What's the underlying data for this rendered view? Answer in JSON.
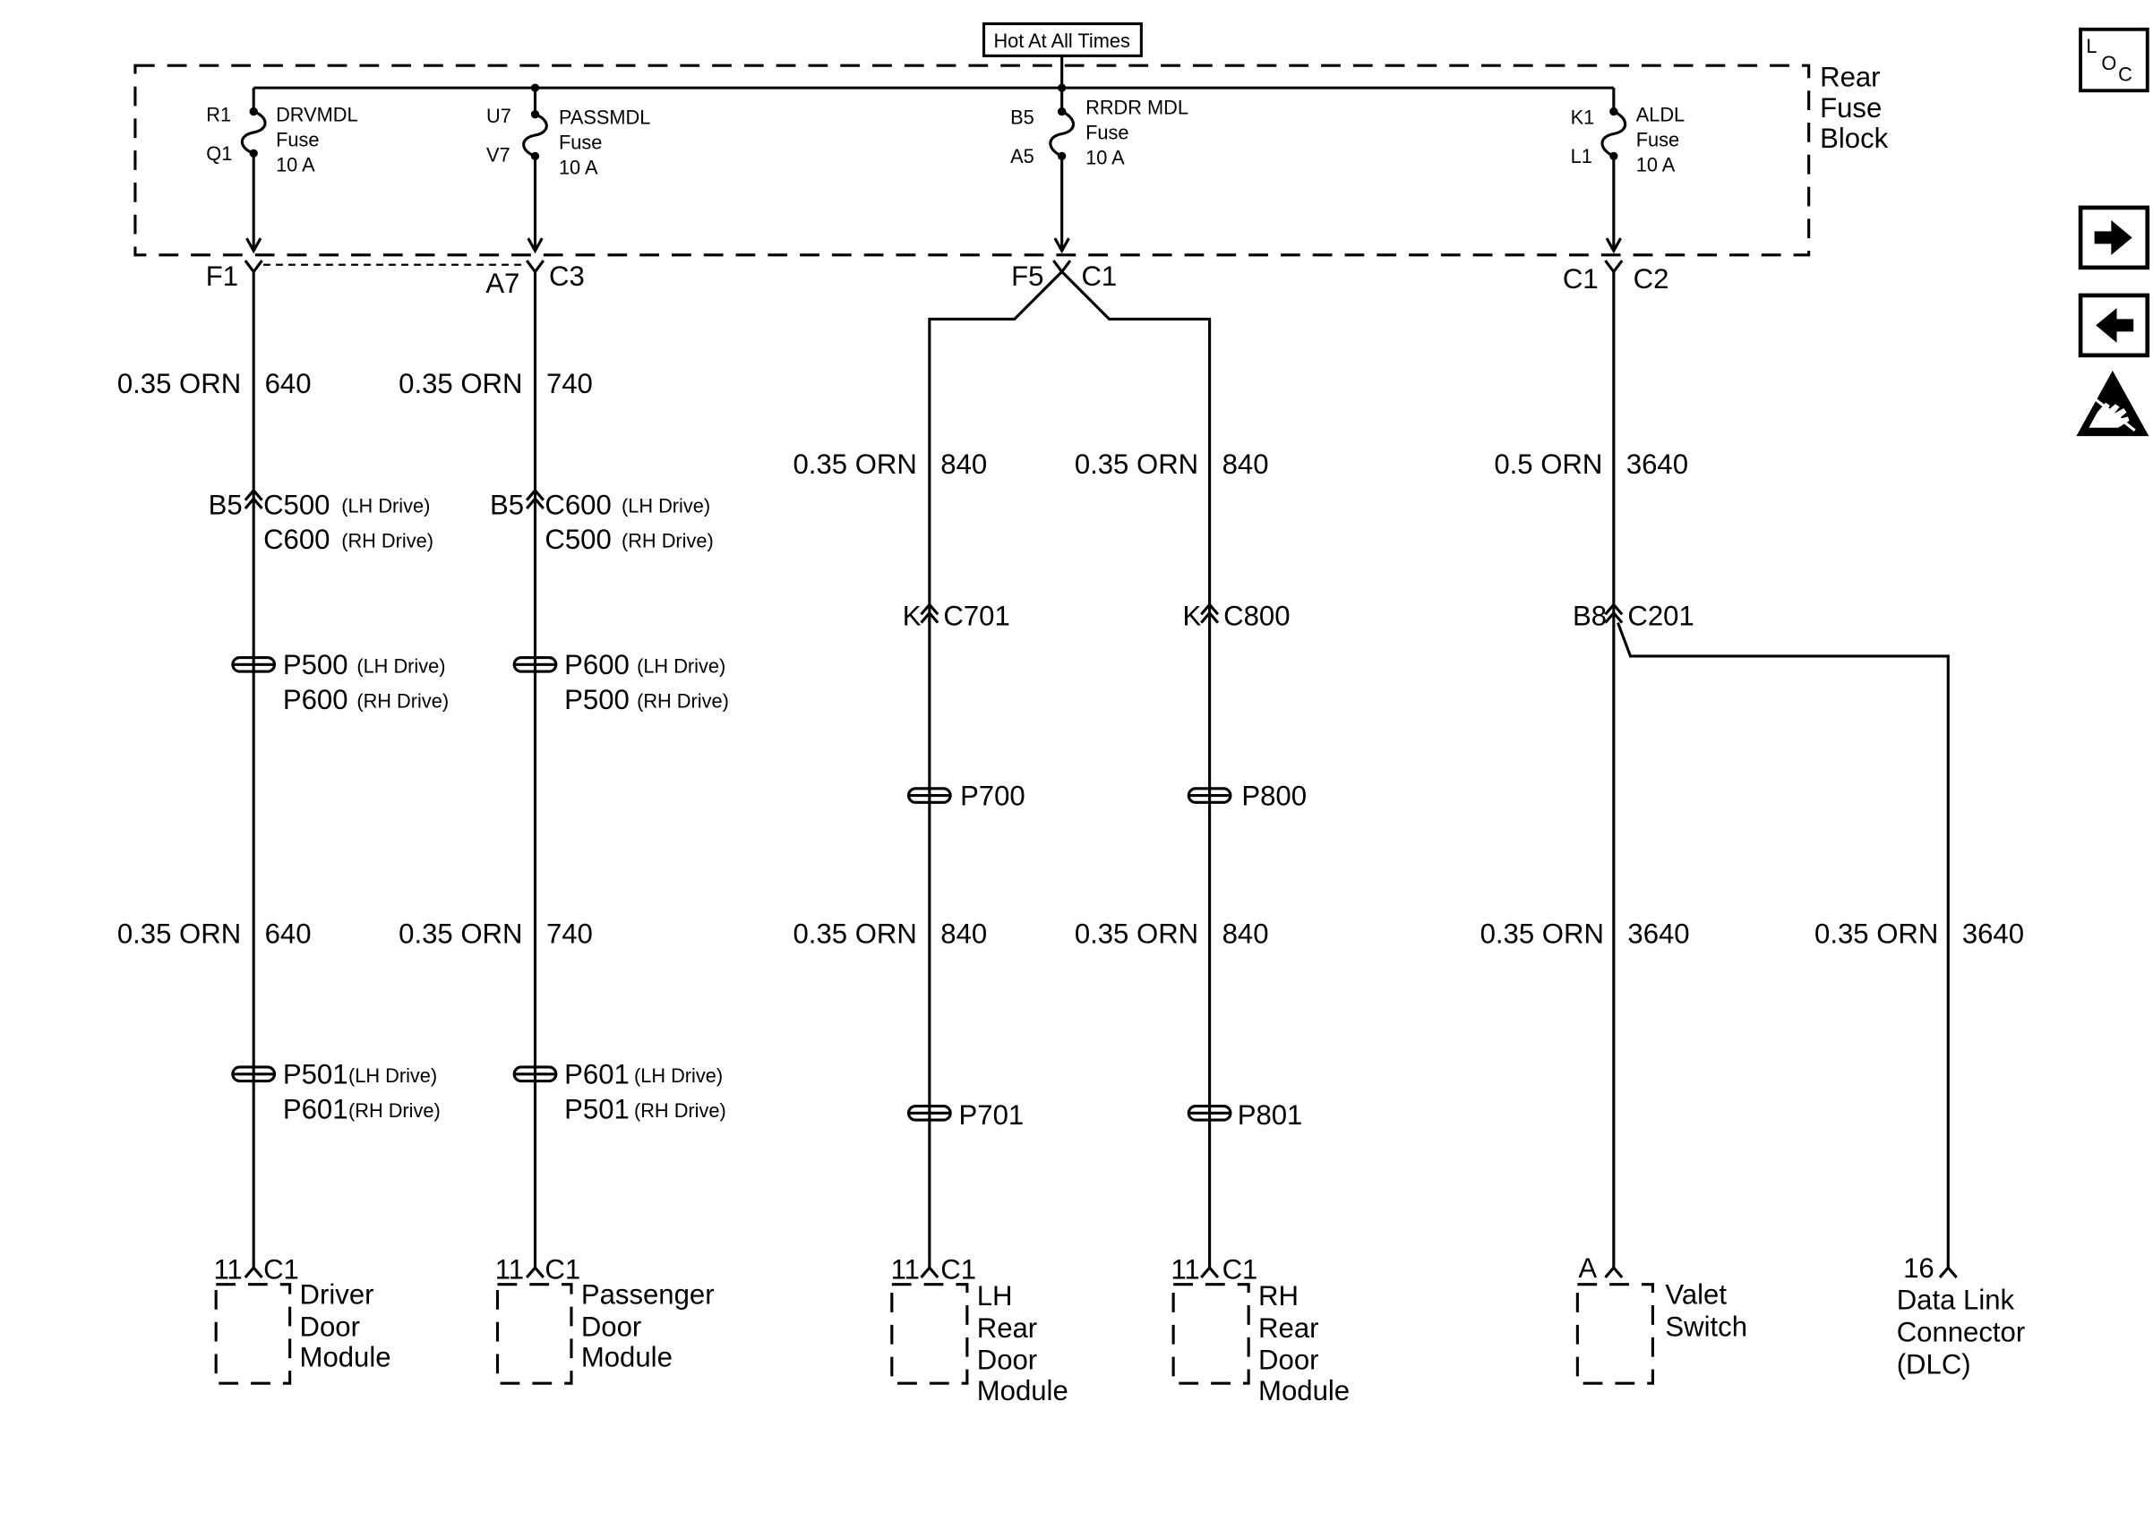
{
  "diagram": {
    "hot_at_all_times": "Hot At All Times",
    "fuse_block_label": [
      "Rear",
      "Fuse",
      "Block"
    ]
  },
  "fuses": [
    {
      "terminal_in": "R1",
      "terminal_out": "Q1",
      "name": "DRVMDL",
      "kind": "Fuse",
      "rating": "10 A"
    },
    {
      "terminal_in": "U7",
      "terminal_out": "V7",
      "name": "PASSMDL",
      "kind": "Fuse",
      "rating": "10 A"
    },
    {
      "terminal_in": "B5",
      "terminal_out": "A5",
      "name": "RRDR MDL",
      "kind": "Fuse",
      "rating": "10 A"
    },
    {
      "terminal_in": "K1",
      "terminal_out": "L1",
      "name": "ALDL",
      "kind": "Fuse",
      "rating": "10 A"
    }
  ],
  "fuse_block_outputs": [
    {
      "terminal": "F1"
    },
    {
      "terminal": "A7",
      "connector": "C3"
    },
    {
      "terminal": "F5",
      "connector": "C1"
    },
    {
      "terminal": "C1",
      "connector": "C2"
    }
  ],
  "branches": [
    {
      "wire_upper": {
        "size_color": "0.35 ORN",
        "circuit": "640"
      },
      "inline_connector": {
        "terminal": "B5",
        "lines": [
          {
            "connector": "C500",
            "note": "(LH Drive)"
          },
          {
            "connector": "C600",
            "note": "(RH Drive)"
          }
        ]
      },
      "pass_through_upper": [
        {
          "id": "P500",
          "note": "(LH Drive)"
        },
        {
          "id": "P600",
          "note": "(RH Drive)"
        }
      ],
      "wire_lower": {
        "size_color": "0.35 ORN",
        "circuit": "640"
      },
      "pass_through_lower": [
        {
          "id": "P501",
          "note": "(LH Drive)"
        },
        {
          "id": "P601",
          "note": "(RH Drive)"
        }
      ],
      "component_connector": {
        "terminal": "11",
        "connector": "C1"
      },
      "component": [
        "Driver",
        "Door",
        "Module"
      ]
    },
    {
      "wire_upper": {
        "size_color": "0.35 ORN",
        "circuit": "740"
      },
      "inline_connector": {
        "terminal": "B5",
        "lines": [
          {
            "connector": "C600",
            "note": "(LH Drive)"
          },
          {
            "connector": "C500",
            "note": "(RH Drive)"
          }
        ]
      },
      "pass_through_upper": [
        {
          "id": "P600",
          "note": "(LH Drive)"
        },
        {
          "id": "P500",
          "note": "(RH Drive)"
        }
      ],
      "wire_lower": {
        "size_color": "0.35 ORN",
        "circuit": "740"
      },
      "pass_through_lower": [
        {
          "id": "P601",
          "note": "(LH Drive)"
        },
        {
          "id": "P501",
          "note": "(RH Drive)"
        }
      ],
      "component_connector": {
        "terminal": "11",
        "connector": "C1"
      },
      "component": [
        "Passenger",
        "Door",
        "Module"
      ]
    },
    {
      "wire_upper": {
        "size_color": "0.35 ORN",
        "circuit": "840"
      },
      "inline_connector": {
        "terminal": "K",
        "lines": [
          {
            "connector": "C701"
          }
        ]
      },
      "pass_through_upper": [
        {
          "id": "P700"
        }
      ],
      "wire_lower": {
        "size_color": "0.35 ORN",
        "circuit": "840"
      },
      "pass_through_lower": [
        {
          "id": "P701"
        }
      ],
      "component_connector": {
        "terminal": "11",
        "connector": "C1"
      },
      "component": [
        "LH",
        "Rear",
        "Door",
        "Module"
      ]
    },
    {
      "wire_upper": {
        "size_color": "0.35 ORN",
        "circuit": "840"
      },
      "inline_connector": {
        "terminal": "K",
        "lines": [
          {
            "connector": "C800"
          }
        ]
      },
      "pass_through_upper": [
        {
          "id": "P800"
        }
      ],
      "wire_lower": {
        "size_color": "0.35 ORN",
        "circuit": "840"
      },
      "pass_through_lower": [
        {
          "id": "P801"
        }
      ],
      "component_connector": {
        "terminal": "11",
        "connector": "C1"
      },
      "component": [
        "RH",
        "Rear",
        "Door",
        "Module"
      ]
    },
    {
      "wire_upper": {
        "size_color": "0.5 ORN",
        "circuit": "3640"
      },
      "inline_connector": {
        "terminal": "B8",
        "lines": [
          {
            "connector": "C201"
          }
        ]
      },
      "wire_lower": {
        "size_color": "0.35 ORN",
        "circuit": "3640"
      },
      "component_connector": {
        "terminal": "A"
      },
      "component": [
        "Valet",
        "Switch"
      ]
    },
    {
      "wire_lower": {
        "size_color": "0.35 ORN",
        "circuit": "3640"
      },
      "component_connector": {
        "terminal": "16"
      },
      "component": [
        "Data Link",
        "Connector",
        "(DLC)"
      ]
    }
  ],
  "navigation": {
    "locator_letters": [
      "L",
      "O",
      "C"
    ],
    "icons": {
      "locator": "locator-icon",
      "next": "arrow-right-icon",
      "previous": "arrow-left-icon",
      "esd": "esd-sensitive-device-icon"
    }
  },
  "colors": {
    "ink": "#000000",
    "paper": "#ffffff"
  }
}
